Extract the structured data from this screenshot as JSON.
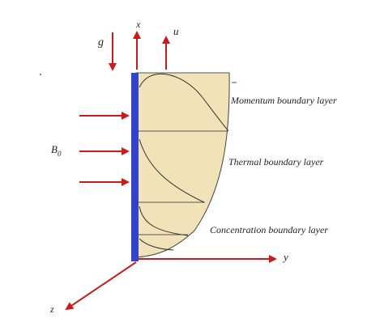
{
  "labels": {
    "gravity": "g",
    "x_axis": "x",
    "velocity": "u",
    "y_axis": "y",
    "z_axis": "z",
    "magnetic_field": "B",
    "magnetic_field_subscript": "0",
    "momentum_layer": "Momentum boundary layer",
    "thermal_layer": "Thermal boundary layer",
    "concentration_layer": "Concentration boundary layer"
  },
  "colors": {
    "plate": "#3344cc",
    "arrow": "#cc1a1a",
    "boundary_fill": "#f1e2b8",
    "boundary_stroke": "#333333",
    "text": "#222222"
  },
  "magnetic_field_arrow_count": 3
}
